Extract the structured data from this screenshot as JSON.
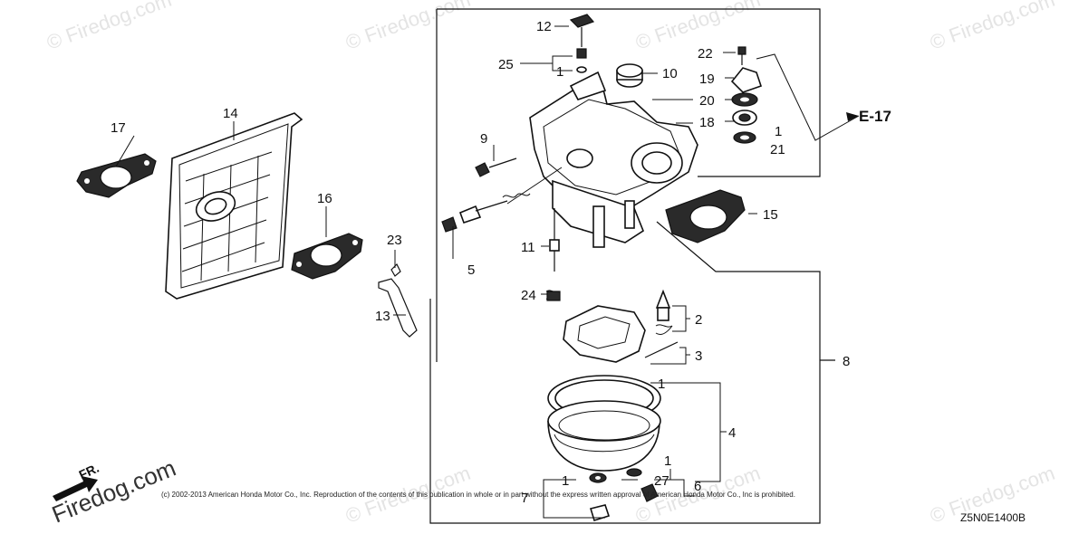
{
  "diagram": {
    "callouts": {
      "c1a": "1",
      "c1b": "1",
      "c1c": "1",
      "c1d": "1",
      "c1e": "1",
      "c2": "2",
      "c3": "3",
      "c4": "4",
      "c5": "5",
      "c6": "6",
      "c7": "7",
      "c8": "8",
      "c9": "9",
      "c10": "10",
      "c11": "11",
      "c12": "12",
      "c13": "13",
      "c14": "14",
      "c15": "15",
      "c16": "16",
      "c17": "17",
      "c18": "18",
      "c19": "19",
      "c20": "20",
      "c21": "21",
      "c22": "22",
      "c23": "23",
      "c24": "24",
      "c25": "25",
      "c27": "27"
    },
    "reference": "E-17",
    "copyright": "(c) 2002-2013 American Honda Motor Co., Inc. Reproduction of the contents of this publication in whole or in part without the express written approval of American Honda Motor Co., Inc is prohibited.",
    "diagram_code": "Z5N0E1400B",
    "watermark": "© Firedog.com",
    "watermark_main": "Firedog.com",
    "front_label": "FR."
  }
}
